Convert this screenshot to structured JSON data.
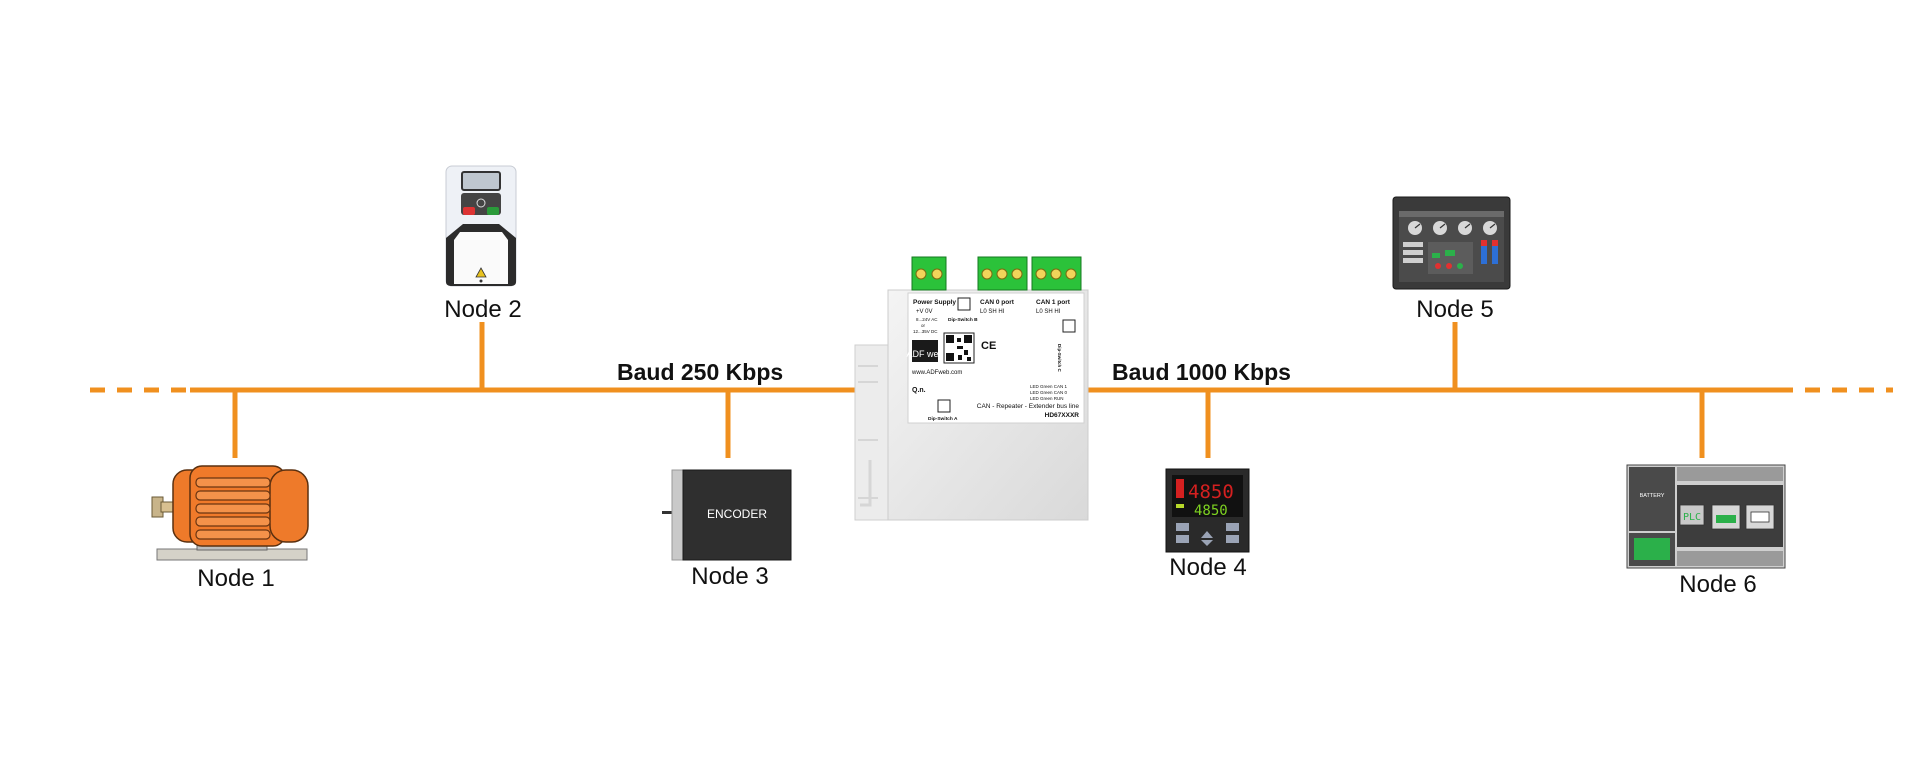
{
  "nodes": {
    "node1": "Node 1",
    "node2": "Node 2",
    "node3": "Node 3",
    "node4": "Node 4",
    "node5": "Node 5",
    "node6": "Node 6"
  },
  "bus": {
    "left_baud": "Baud 250 Kbps",
    "right_baud": "Baud 1000 Kbps",
    "color": "#F0901F"
  },
  "encoder_text": "ENCODER",
  "controller_display": {
    "top": "4850",
    "bottom": "4850"
  },
  "plc": {
    "battery": "BATTERY",
    "screen": "PLC"
  },
  "repeater": {
    "power_title": "Power Supply",
    "power_pins": "+V   0V",
    "power_range_1": "8...24V AC",
    "power_range_2": "or",
    "power_range_3": "12...35V DC",
    "can0_title": "CAN 0 port",
    "can0_pins": "L0   SH   HI",
    "can1_title": "CAN 1 port",
    "can1_pins": "L0   SH   HI",
    "dip_b": "Dip-Switch B",
    "dip_a": "Dip-Switch A",
    "dip_c": "Dip-Switch C",
    "brand": "ADF web",
    "url": "www.ADFweb.com",
    "ce": "CE",
    "qn": "Q.n.",
    "led_1": "LED Green CAN 1",
    "led_2": "LED Green CAN 0",
    "led_3": "LED Green RUN",
    "caption": "CAN - Repeater - Extender bus line",
    "model": "HD67XXXR"
  }
}
